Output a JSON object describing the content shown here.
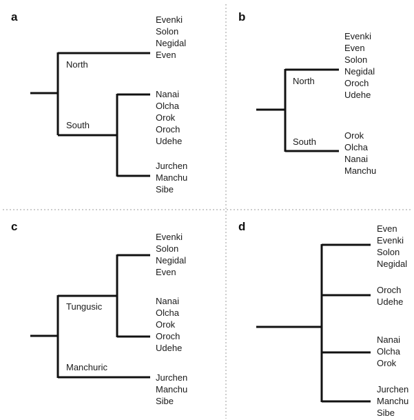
{
  "panels": [
    {
      "letter": "a",
      "north_label": "North",
      "south_label": "South",
      "north_group": [
        "Evenki",
        "Solon",
        "Negidal",
        "Even"
      ],
      "south_group_1": [
        "Nanai",
        "Olcha",
        "Orok",
        "Oroch",
        "Udehe"
      ],
      "south_group_2": [
        "Jurchen",
        "Manchu",
        "Sibe"
      ]
    },
    {
      "letter": "b",
      "north_label": "North",
      "south_label": "South",
      "north_group": [
        "Evenki",
        "Even",
        "Solon",
        "Negidal",
        "Oroch",
        "Udehe"
      ],
      "south_group": [
        "Orok",
        "Olcha",
        "Nanai",
        "Manchu"
      ]
    },
    {
      "letter": "c",
      "tungusic_label": "Tungusic",
      "manchuric_label": "Manchuric",
      "group_1": [
        "Evenki",
        "Solon",
        "Negidal",
        "Even"
      ],
      "group_2": [
        "Nanai",
        "Olcha",
        "Orok",
        "Oroch",
        "Udehe"
      ],
      "group_3": [
        "Jurchen",
        "Manchu",
        "Sibe"
      ]
    },
    {
      "letter": "d",
      "group_1": [
        "Even",
        "Evenki",
        "Solon",
        "Negidal"
      ],
      "group_2": [
        "Oroch",
        "Udehe"
      ],
      "group_3": [
        "Nanai",
        "Olcha",
        "Orok"
      ],
      "group_4": [
        "Jurchen",
        "Manchu",
        "Sibe"
      ]
    }
  ]
}
